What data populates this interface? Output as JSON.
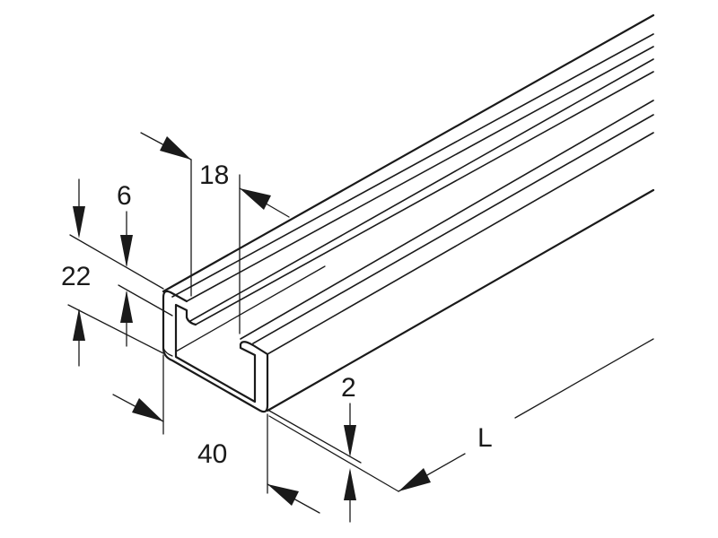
{
  "diagram": {
    "dimensions": {
      "slot_width": "18",
      "lip_height": "6",
      "profile_height": "22",
      "profile_width": "40",
      "thickness": "2",
      "length": "L"
    },
    "colors": {
      "line": "#1a1a1a",
      "background": "#ffffff"
    }
  }
}
